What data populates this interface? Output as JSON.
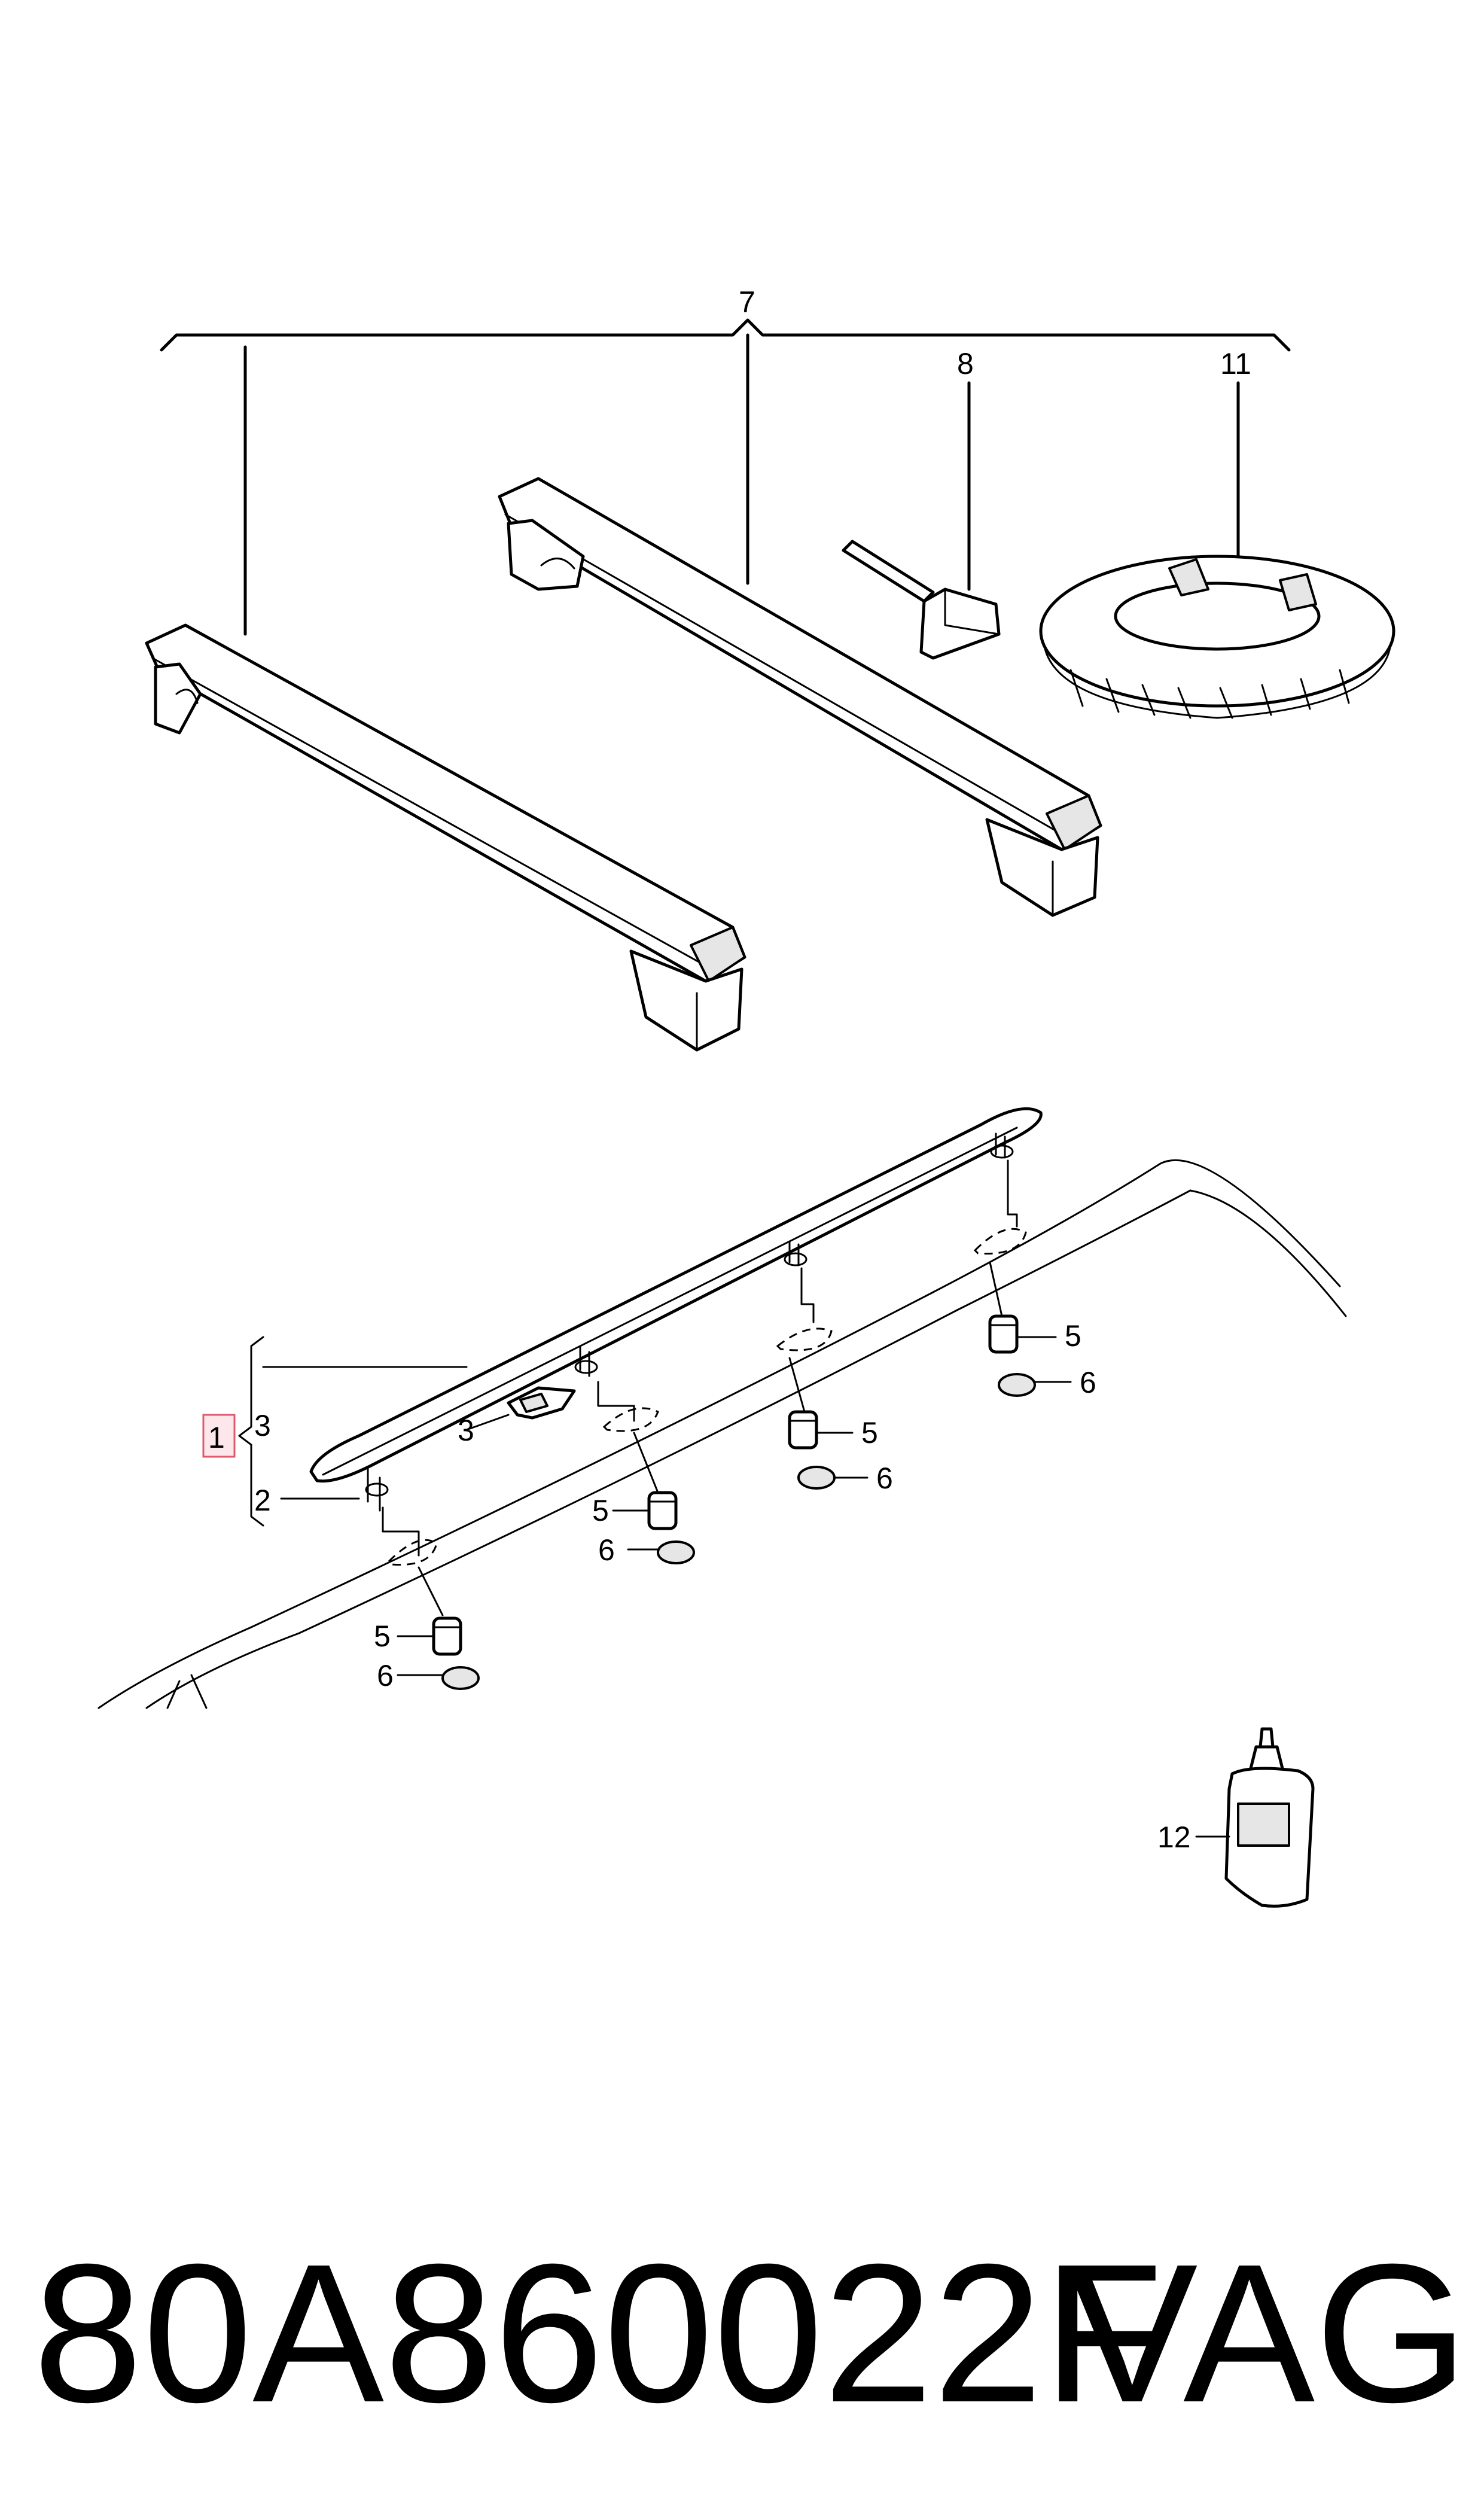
{
  "callouts": {
    "c1": "1",
    "c2": "2",
    "c3a": "3",
    "c3b": "3",
    "c5a": "5",
    "c5b": "5",
    "c5c": "5",
    "c5d": "5",
    "c6a": "6",
    "c6b": "6",
    "c6c": "6",
    "c6d": "6",
    "c7": "7",
    "c8": "8",
    "c11": "11",
    "c12": "12"
  },
  "footer": {
    "part_number": "80A860022F",
    "brand": "VAG"
  },
  "colors": {
    "highlight_fill": "#fde7ea",
    "highlight_border": "#e05a6e",
    "line": "#000000"
  }
}
